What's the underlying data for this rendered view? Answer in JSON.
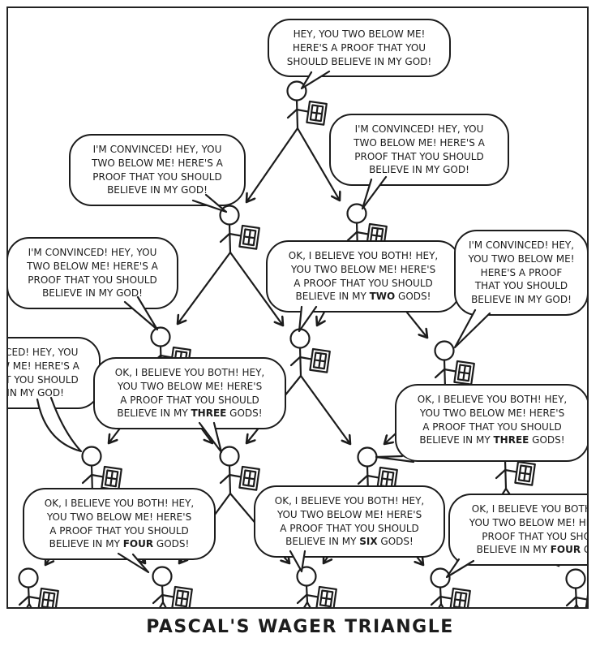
{
  "title": "PASCAL'S WAGER TRIANGLE",
  "colors": {
    "ink": "#1c1c1c",
    "paper": "#ffffff"
  },
  "bubbles": [
    {
      "before": "HEY, YOU TWO BELOW ME!\nHERE'S A PROOF THAT YOU\nSHOULD BELIEVE IN MY GOD!",
      "emphasis": "",
      "after": ""
    },
    {
      "before": "I'M CONVINCED! HEY, YOU\nTWO BELOW ME! HERE'S A\nPROOF THAT YOU SHOULD\nBELIEVE IN MY GOD!",
      "emphasis": "",
      "after": ""
    },
    {
      "before": "I'M CONVINCED! HEY, YOU\nTWO BELOW ME! HERE'S A\nPROOF THAT YOU SHOULD\nBELIEVE IN MY GOD!",
      "emphasis": "",
      "after": ""
    },
    {
      "before": "I'M CONVINCED! HEY, YOU\nTWO BELOW ME! HERE'S A\nPROOF THAT YOU SHOULD\nBELIEVE IN MY GOD!",
      "emphasis": "",
      "after": ""
    },
    {
      "before": "OK, I BELIEVE YOU BOTH! HEY,\nYOU TWO BELOW ME! HERE'S\nA PROOF THAT YOU SHOULD\nBELIEVE IN MY ",
      "emphasis": "TWO",
      "after": " GODS!"
    },
    {
      "before": "I'M CONVINCED! HEY,\nYOU TWO BELOW ME!\nHERE'S A PROOF\nTHAT YOU SHOULD\nBELIEVE IN MY GOD!",
      "emphasis": "",
      "after": ""
    },
    {
      "before": "I'M CONVINCED! HEY, YOU\nTWO BELOW ME! HERE'S A\nPROOF THAT YOU SHOULD\nBELIEVE IN MY GOD!",
      "emphasis": "",
      "after": ""
    },
    {
      "before": "OK, I BELIEVE YOU BOTH! HEY,\nYOU TWO BELOW ME! HERE'S\nA PROOF THAT YOU SHOULD\nBELIEVE IN MY ",
      "emphasis": "THREE",
      "after": " GODS!"
    },
    {
      "before": "OK, I BELIEVE YOU BOTH! HEY,\nYOU TWO BELOW ME! HERE'S\nA PROOF THAT YOU SHOULD\nBELIEVE IN MY ",
      "emphasis": "THREE",
      "after": " GODS!"
    },
    {
      "before": "OK, I BELIEVE YOU BOTH! HEY,\nYOU TWO BELOW ME! HERE'S\nA PROOF THAT YOU SHOULD\nBELIEVE IN MY ",
      "emphasis": "FOUR",
      "after": " GODS!"
    },
    {
      "before": "OK, I BELIEVE YOU BOTH! HEY,\nYOU TWO BELOW ME! HERE'S\nA PROOF THAT YOU SHOULD\nBELIEVE IN MY ",
      "emphasis": "SIX",
      "after": " GODS!"
    },
    {
      "before": "OK, I BELIEVE YOU BOTH! HEY,\nYOU TWO BELOW ME! HERE'S A\nPROOF THAT YOU SHOULD\nBELIEVE IN MY ",
      "emphasis": "FOUR",
      "after": " GODS!"
    }
  ]
}
